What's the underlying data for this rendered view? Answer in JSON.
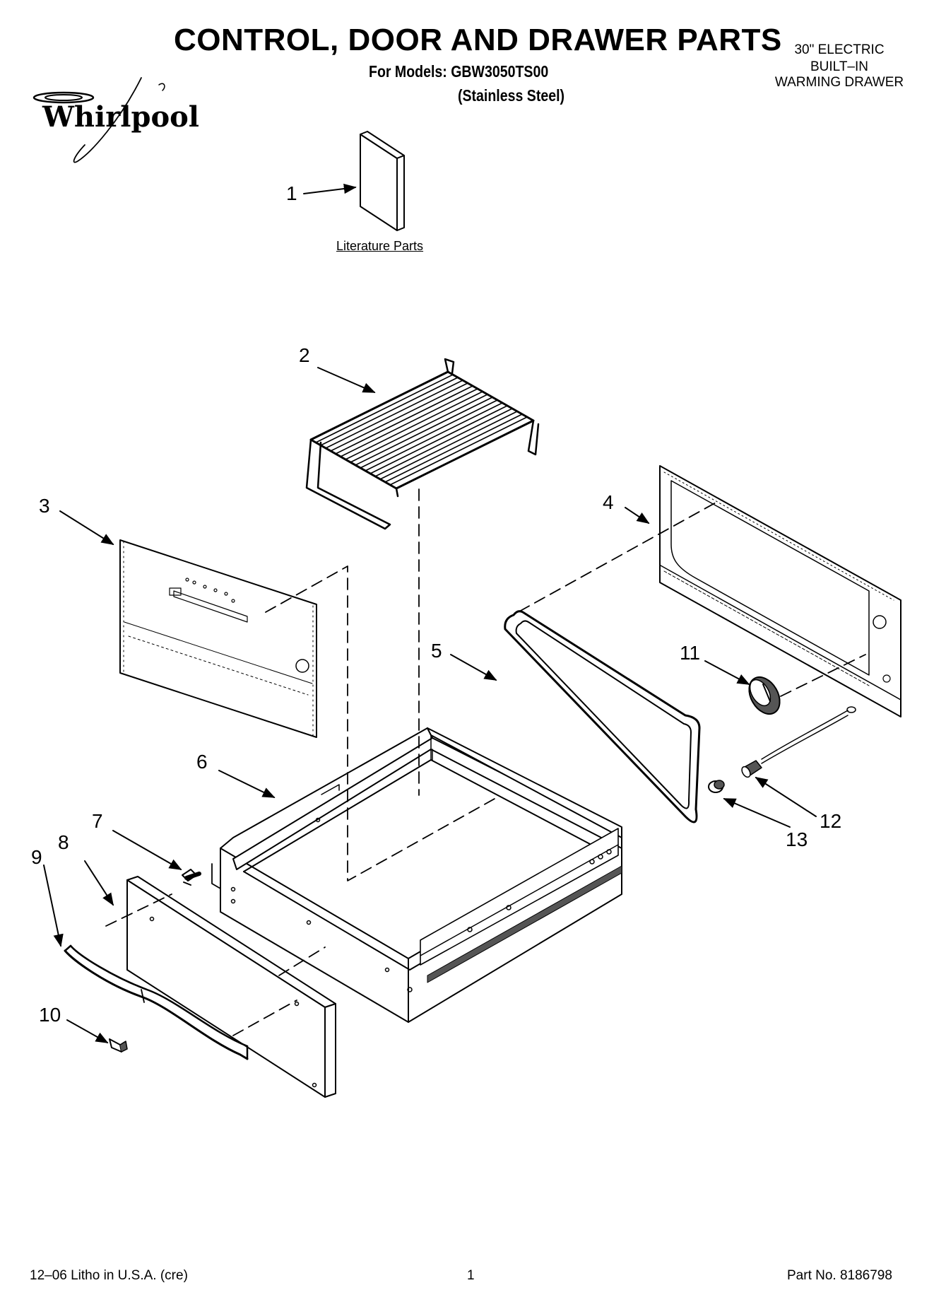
{
  "header": {
    "title": "CONTROL, DOOR AND DRAWER PARTS",
    "models": "For Models: GBW3050TS00",
    "finish": "(Stainless Steel)",
    "product_lines": [
      "30\" ELECTRIC",
      "BUILT–IN",
      "WARMING DRAWER"
    ]
  },
  "brand": {
    "logo_text": "Whirlpool",
    "logo_icon": "whirlpool-swirl-logo"
  },
  "diagram": {
    "literature_label": "Literature Parts",
    "callouts": [
      "1",
      "2",
      "3",
      "4",
      "5",
      "6",
      "7",
      "8",
      "9",
      "10",
      "11",
      "12",
      "13"
    ]
  },
  "footer": {
    "left": "12–06 Litho in U.S.A. (cre)",
    "center": "1",
    "right": "Part No. 8186798"
  },
  "colors": {
    "ink": "#000000",
    "background": "#ffffff",
    "shade": "#555555"
  }
}
